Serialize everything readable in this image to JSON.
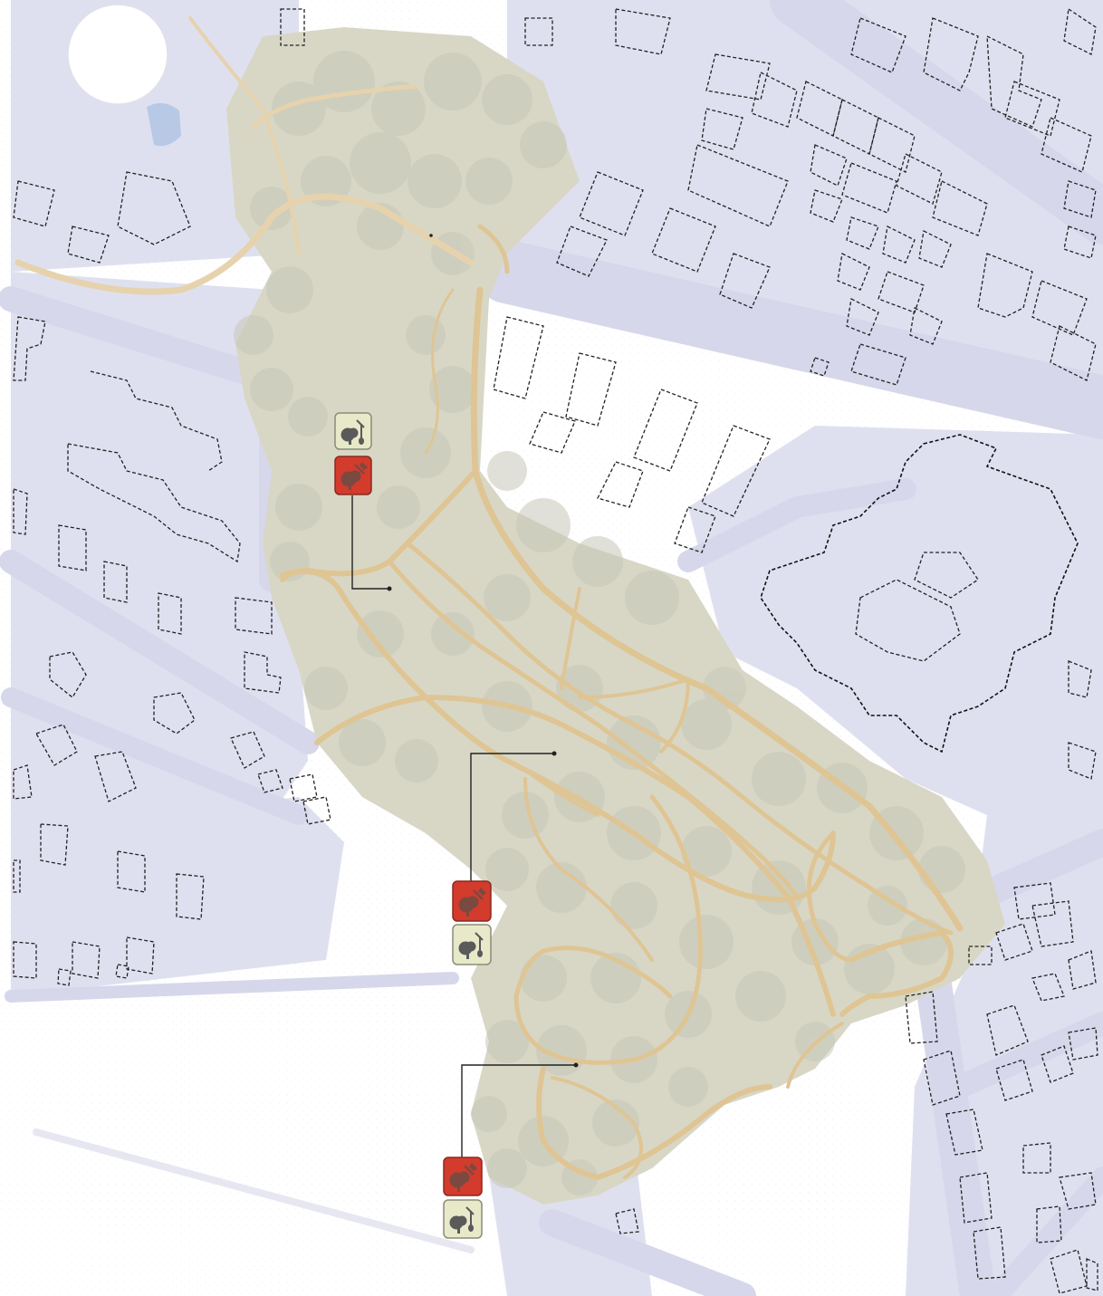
{
  "map": {
    "colors": {
      "background": "#ffffff",
      "street": "#dfe0ef",
      "woodland": "#d7d6c4",
      "tree_canopy": "#c5c6b8",
      "footpath": "#dfc594",
      "water": "#b8c9e6",
      "building_outline": "#222222",
      "marker_red": "#d33b2c",
      "marker_light": "#e7e9c8",
      "marker_glyph": "#5a5a5a"
    },
    "markers": [
      {
        "id": "marker-group-north",
        "icons": [
          "tree-shovel-icon",
          "tree-axe-icon"
        ],
        "styles": [
          "light",
          "red"
        ]
      },
      {
        "id": "marker-group-middle",
        "icons": [
          "tree-axe-icon",
          "tree-shovel-icon"
        ],
        "styles": [
          "red",
          "light"
        ]
      },
      {
        "id": "marker-group-south",
        "icons": [
          "tree-axe-icon",
          "tree-shovel-icon"
        ],
        "styles": [
          "red",
          "light"
        ]
      }
    ]
  }
}
